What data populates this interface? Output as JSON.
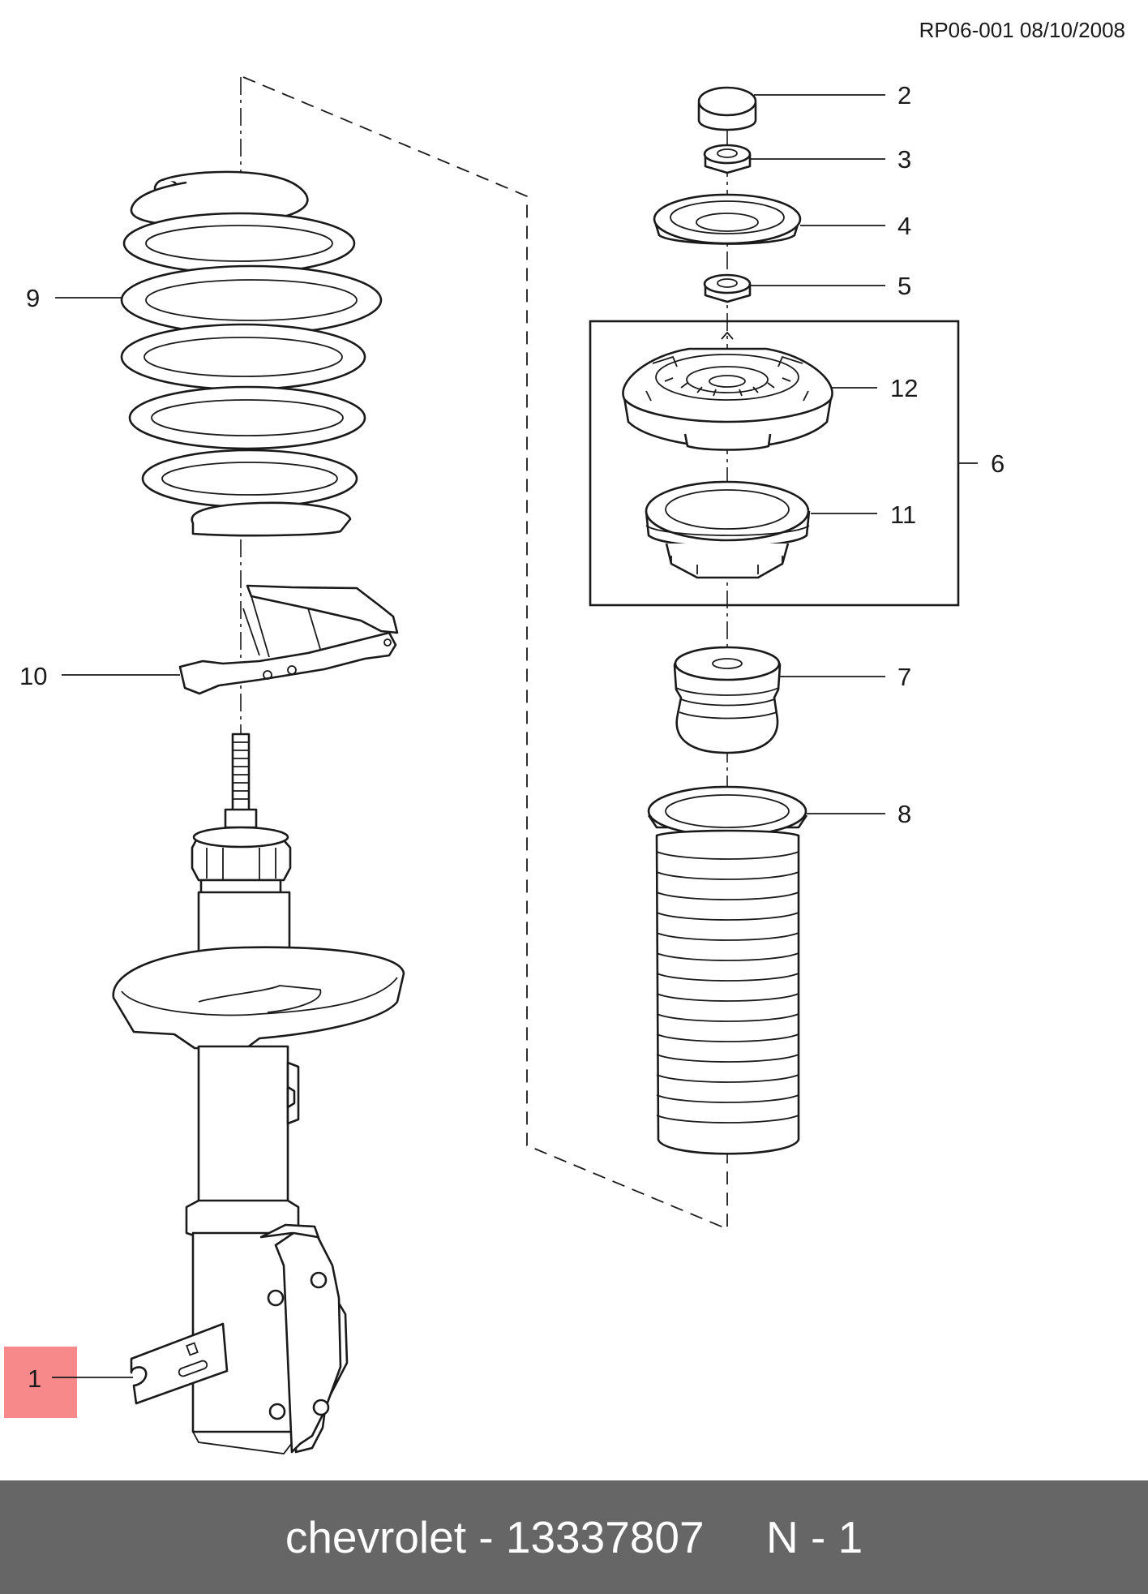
{
  "header": {
    "reference": "RP06-001 08/10/2008"
  },
  "callouts": {
    "c1": "1",
    "c2": "2",
    "c3": "3",
    "c4": "4",
    "c5": "5",
    "c6": "6",
    "c7": "7",
    "c8": "8",
    "c9": "9",
    "c10": "10",
    "c11": "11",
    "c12": "12"
  },
  "highlighted_callout": "1",
  "colors": {
    "highlight": "#f8898b",
    "footer_bg": "#666666",
    "line": "#1a1a1a"
  },
  "footer": {
    "caption": "chevrolet - 13337807     N - 1"
  }
}
